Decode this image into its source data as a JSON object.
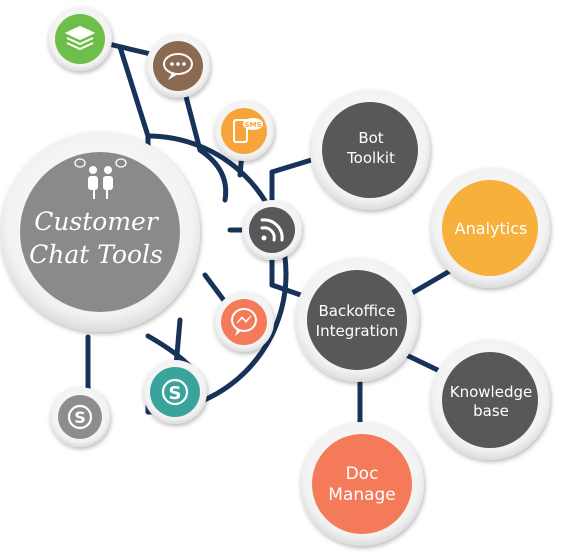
{
  "hub": {
    "line1": "Customer",
    "line2": "Chat Tools"
  },
  "nodes": {
    "bot_toolkit": {
      "line1": "Bot",
      "line2": "Toolkit"
    },
    "backoffice": {
      "line1": "Backoffice",
      "line2": "Integration"
    },
    "analytics": {
      "label": "Analytics"
    },
    "knowledge": {
      "line1": "Knowledge",
      "line2": "base"
    },
    "doc_manage": {
      "line1": "Doc",
      "line2": "Manage"
    }
  },
  "icons": {
    "sms_badge": "SMS",
    "stack": "stack-icon",
    "chat": "chat-bubble-icon",
    "sms": "sms-phone-icon",
    "rss": "rss-icon",
    "messenger": "messenger-icon",
    "skype_teal": "skype-icon",
    "skype_grey": "skype-icon",
    "people": "people-chat-icon"
  },
  "colors": {
    "connector": "#17335a",
    "dark_node": "#58585a",
    "hub": "#8a8a8a",
    "analytics": "#f7b03b",
    "doc_manage": "#f47a5a",
    "green": "#6ebf4a",
    "brown": "#8b6a52",
    "orange": "#f7a53b",
    "salmon": "#f47a5a",
    "teal": "#3aa39c",
    "grey_small": "#8d8d8d"
  }
}
